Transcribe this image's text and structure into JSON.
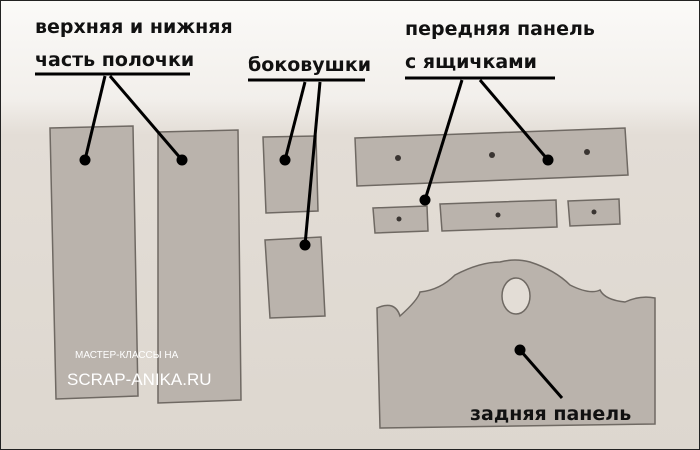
{
  "labels": {
    "top_bottom_line1": "верхняя и нижняя",
    "top_bottom_line2": "часть полочки",
    "sides": "боковушки",
    "front_line1": "передняя панель",
    "front_line2": "с ящичками",
    "back": "задняя панель"
  },
  "watermark": {
    "line1": "МАСТЕР-КЛАССЫ НА",
    "line2": "SCRAP-ANIKA.RU"
  },
  "colors": {
    "background": "#e4dfd8",
    "piece": "#b9b2ab",
    "piece_edge": "#6f6963",
    "label": "#111111"
  }
}
